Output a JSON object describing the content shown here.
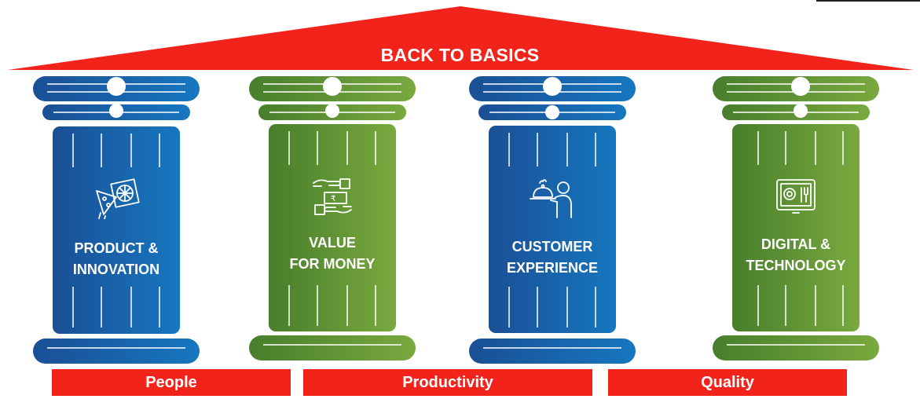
{
  "roof": {
    "title": "BACK TO BASICS",
    "color": "#f2231a"
  },
  "pillars": [
    {
      "label_line1": "PRODUCT &",
      "label_line2": "INNOVATION",
      "color": "blue",
      "icon": "pizza-slice-icon"
    },
    {
      "label_line1": "VALUE",
      "label_line2": "FOR MONEY",
      "color": "green",
      "icon": "rupee-hands-icon"
    },
    {
      "label_line1": "CUSTOMER",
      "label_line2": "EXPERIENCE",
      "color": "blue",
      "icon": "waiter-cloche-icon"
    },
    {
      "label_line1": "DIGITAL &",
      "label_line2": "TECHNOLOGY",
      "color": "green",
      "icon": "tablet-menu-icon"
    }
  ],
  "foundations": [
    {
      "label": "People"
    },
    {
      "label": "Productivity"
    },
    {
      "label": "Quality"
    }
  ],
  "colors": {
    "blue_dark": "#1a4f95",
    "blue_light": "#1677bf",
    "green_dark": "#487e2c",
    "green_light": "#79a93e",
    "red": "#f2231a"
  }
}
